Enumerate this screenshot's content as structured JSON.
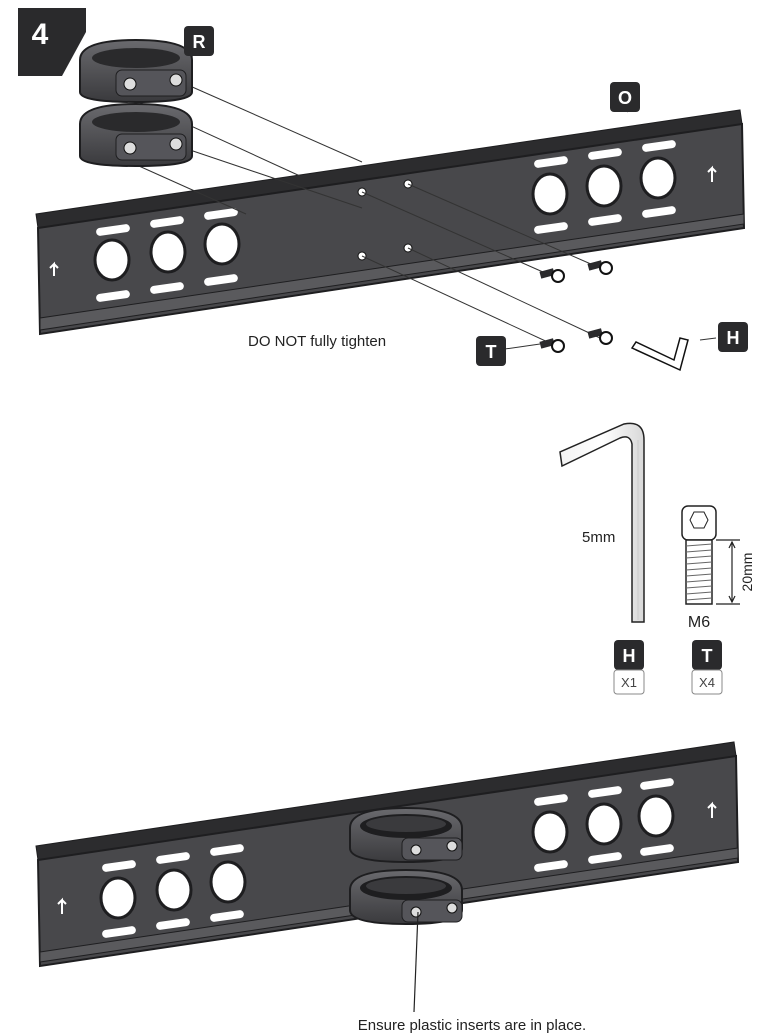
{
  "step": {
    "number": "4"
  },
  "labels": {
    "rail": "O",
    "clamp": "R",
    "screw": "T",
    "hex_key": "H"
  },
  "notes": {
    "tighten": "DO NOT fully tighten",
    "inserts": "Ensure plastic inserts are in place."
  },
  "parts": [
    {
      "letter": "H",
      "quantity": "X1",
      "dimension": "5mm"
    },
    {
      "letter": "T",
      "quantity": "X4",
      "dimension": "20mm",
      "thread": "M6"
    }
  ],
  "colors": {
    "rail_fill": "#48484b",
    "rail_edge": "#1e1e20",
    "badge": "#2a2a2c",
    "line": "#222222"
  }
}
